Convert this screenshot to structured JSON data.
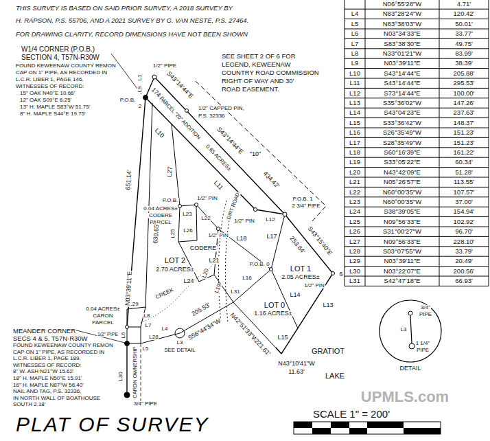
{
  "diagram": {
    "title": "PLAT OF SURVEY",
    "labels": [
      "THIS SURVEY IS BASED ON SAID PRIOR SURVEY, A 2018 SURVEY BY",
      "H. RAPSON, P.S. 55706, AND A 2021 SURVEY BY G. VAN NESTE, P.S. 27464.",
      "FOR DRAWING CLARITY, RECORD DIMENSIONS HAVE NOT BEEN SHOWN",
      "SEE SHEET 2 OF 6 FOR",
      "LEGEND, KEWEENAW",
      "COUNTRY ROAD COMMISSION",
      "RIGHT OF WAY AND 30'",
      "ROAD EASEMENT.",
      "W1/4 CORNER (P.O.B.)",
      "SECTION 4, T57N-R30W",
      "FOUND KEWEENAW COUNTY REMON",
      "CAP ON 1\" PIPE, AS RECORDED IN",
      "L.C.R. LIBER 1, PAGE 146.",
      "WITNESSES OF RECORD:",
      "15\" OAK N40°E 10.66'",
      "12\" OAK S09°E 6.25'",
      "13\" H. MAPLE S83°W 51.75'",
      "8\" H. MAPLE S44°E 19.75'",
      "1/2\" PIPE",
      "L1",
      "L9",
      "P.O.B.",
      "2",
      "S43°14'44\"E",
      "174.21'",
      "1/2\" CAPPED PIN,",
      "P.S. 32336",
      "PARCEL \"20\" ADDITION",
      "S43°14'44\"E",
      "434.42'",
      "\"10\"",
      "0.65 ACRES±",
      "L10",
      "L11",
      "1/2\" PIN",
      "L12",
      "2 3/4\" PIPE",
      "P.O.B. 1",
      "S43°15'40\"E",
      "253.64'",
      "1/2\" PIN",
      "6",
      "LOT 1",
      "2.05 ACRES±",
      "L17",
      "P.O.B. 0",
      "L16",
      "L14",
      "LOT 0",
      "1.16 ACRES±",
      "LOT 2",
      "2.70 ACRES±",
      "L24",
      "L20",
      "CREEK",
      "L19",
      "L31",
      "N42°51'33\"W",
      "221.61'",
      "S56°44'34\"W",
      "205.53'",
      "N43°10'41\"W",
      "11.63'",
      "L15",
      "L13",
      "GRATIOT",
      "LAKE",
      "0.04 ACRES±",
      "CODERE",
      "PARCEL",
      "P.O.B.",
      "L23",
      "L25",
      "L26",
      "1/2\" PIN",
      "L22",
      "1/2\" PIN",
      "CODERE",
      "DIRT ROAD",
      "L18",
      "L21",
      "L29",
      "0.04 ACRES±",
      "CARON",
      "PARCEL",
      "L8",
      "L6",
      "1/2\" PIPE",
      "L7",
      "L28",
      "L5",
      "L4",
      "L3",
      "SEE DETAIL",
      "L30",
      "CARON OWNERSHIP",
      "3/4\" PIPE",
      "MEANDER CORNER",
      "SECS 4 & 5, T57N-R30W",
      "FOUND KEWEENAW COUNTY REMON",
      "CAP ON 1\" PIPE, AS RECORDED IN",
      "L.C.R. LIBER 1, PAGE 189.",
      "WITNESSES OF RECORD:",
      "8\" W. ASH N21°W 15.62'",
      "18\" H. MAPLE N50°E 15.91'",
      "16\" H. MAPLE N87°W 56.40'",
      "NAIL AND TAG, P.S. 32336,",
      "IN NORTH WALL OF BOATHOUSE",
      "SOUTH 2.18'",
      "651.14'",
      "630.65'",
      "N03°39'11\"E",
      "L27",
      "3/4\"",
      "PIPE",
      "L3",
      "1 1/4\"",
      "PIPE",
      "DETAIL",
      "SCALE 1\" = 200'",
      "UPMLS.com",
      "N06°55'28\"W",
      "4.71'",
      "L4",
      "N83°28'24\"W",
      "120.42'",
      "L5",
      "N83°38'03\"W",
      "50.01'",
      "L6",
      "N03°34'33\"E",
      "33.77'",
      "L7",
      "S83°38'30\"E",
      "49.75'",
      "L8",
      "N33°01'21\"W",
      "83.99'",
      "L9",
      "N03°39'11\"E",
      "38.39'",
      "L10",
      "S43°14'44\"E",
      "205.88'",
      "L11",
      "S43°14'44\"E",
      "295.53'",
      "L12",
      "S73°14'44\"E",
      "100.00'",
      "L13",
      "S35°36'02\"W",
      "147.26'",
      "L14",
      "S43°04'23\"E",
      "237.63'",
      "L15",
      "S33°36'42\"W",
      "148.37'",
      "L16",
      "S26°35'49\"W",
      "151.23'",
      "L17",
      "S28°35'49\"W",
      "151.23'",
      "L18",
      "S60°16'39\"E",
      "161.22'",
      "L19",
      "S33°05'22\"E",
      "60.34'",
      "L20",
      "N43°42'09\"E",
      "51.28'",
      "L21",
      "N05°26'57\"E",
      "113.55'",
      "L22",
      "N60°00'35\"W",
      "107.57'",
      "L23",
      "N60°00'35\"W",
      "37.00'",
      "L24",
      "S38°39'05\"E",
      "154.94'",
      "L25",
      "N09°56'33\"E",
      "102.92'",
      "L26",
      "S31°00'27\"W",
      "96.70'",
      "L27",
      "N09°56'33\"E",
      "228.10'",
      "L28",
      "S03°07'55\"W",
      "33.79'",
      "L29",
      "N03°39'11\"E",
      "20.49'",
      "L30",
      "N03°22'07\"E",
      "200.56'",
      "L31",
      "S42°47'18\"E",
      "66.93'"
    ]
  }
}
